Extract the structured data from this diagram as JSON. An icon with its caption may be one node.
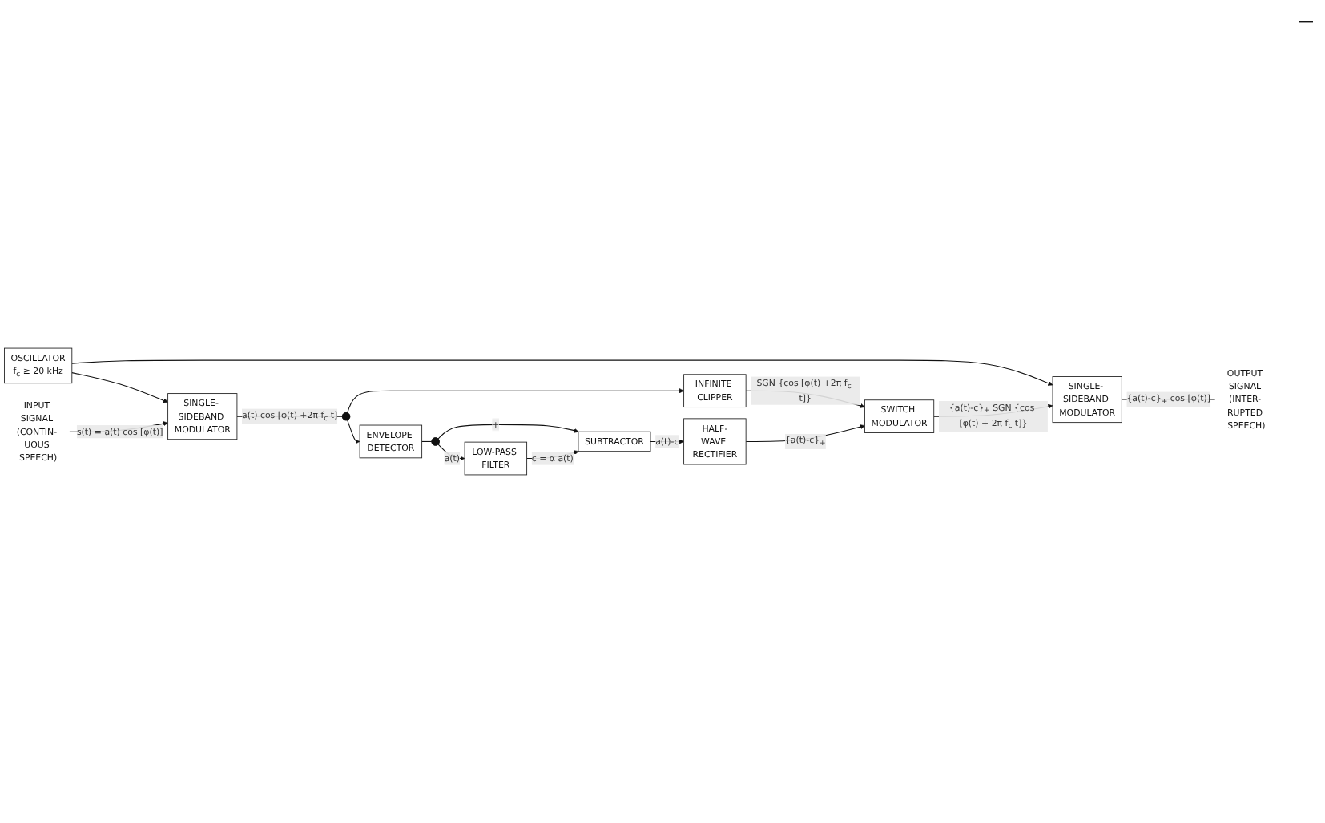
{
  "diagram": {
    "nodes": [
      {
        "text": [
          "OSCILLATOR",
          "f$_{c}$ ≥ 20 kHz"
        ]
      },
      {
        "text": [
          "INPUT SIGNAL (CONTIN- UOUS SPEECH)"
        ]
      },
      {
        "text": [
          "SINGLE- SIDEBAND MODULATOR"
        ]
      },
      {
        "text": [],
        "shape": "dot"
      },
      {
        "text": [
          "INFINITE CLIPPER"
        ]
      },
      {
        "text": [
          "SWITCH MODULATOR"
        ]
      },
      {
        "text": [
          "SINGLE- SIDEBAND MODULATOR"
        ]
      },
      {
        "text": [
          "OUTPUT SIGNAL (INTER- RUPTED SPEECH)"
        ]
      },
      {
        "text": [
          "HALF-WAVE RECTIFIER"
        ]
      },
      {
        "text": [
          "SUBTRACTOR"
        ]
      },
      {
        "text": [
          "ENVELOPE DETECTOR"
        ]
      },
      {
        "text": [],
        "shape": "dot"
      },
      {
        "text": [
          "LOW-PASS FILTER"
        ]
      }
    ],
    "edges": [
      {
        "from": 0,
        "to": 2,
        "arrow": "to"
      },
      {
        "from": 0,
        "to": 6,
        "arrow": "to"
      },
      {
        "from": 1,
        "to": 2,
        "arrow": "to",
        "label": "s(t) = a(t) cos [φ(t)]"
      },
      {
        "from": 2,
        "to": 3,
        "arrow": "none",
        "label": "a(t) cos [φ(t) +2π f$_{c}$ t]"
      },
      {
        "from": 3,
        "to": 4,
        "arrow": "to"
      },
      {
        "from": 3,
        "to": 10,
        "arrow": "to"
      },
      {
        "from": 4,
        "to": 5,
        "arrow": "to",
        "label": "SGN {cos [φ(t) +2π f$_{c}$ t]}"
      },
      {
        "from": 5,
        "to": 6,
        "arrow": "to",
        "label": "{a(t)-c}$_{+}$ SGN {cos [φ(t) + 2π f$_{c}$ t]}"
      },
      {
        "from": 6,
        "to": 7,
        "arrow": "none",
        "label": "{a(t)-c}$_{+}$ cos [φ(t)]"
      },
      {
        "from": 8,
        "to": 5,
        "arrow": "to",
        "label": "{a(t)-c}$_{+}$"
      },
      {
        "from": 9,
        "to": 8,
        "arrow": "to",
        "label": "a(t)-c"
      },
      {
        "from": 10,
        "to": 11,
        "arrow": "none"
      },
      {
        "from": 11,
        "to": 9,
        "arrow": "to",
        "label": "+"
      },
      {
        "from": 11,
        "to": 12,
        "arrow": "to",
        "label": "a(t)"
      },
      {
        "from": 12,
        "to": 9,
        "arrow": "to",
        "label": "c = α a(t)"
      }
    ],
    "labels": [
      "−"
    ]
  }
}
